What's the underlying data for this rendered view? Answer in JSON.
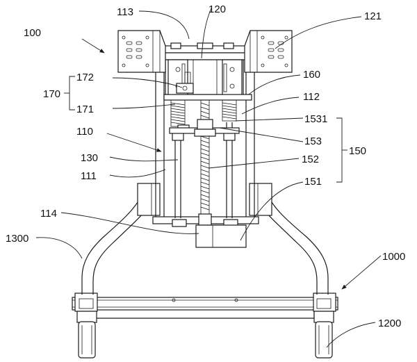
{
  "labels": {
    "l100": "100",
    "l113": "113",
    "l120": "120",
    "l121": "121",
    "l170": "170",
    "l172": "172",
    "l171": "171",
    "l160": "160",
    "l112": "112",
    "l110": "110",
    "l1531": "1531",
    "l153": "153",
    "l150": "150",
    "l130": "130",
    "l152": "152",
    "l111": "111",
    "l151": "151",
    "l114": "114",
    "l1300": "1300",
    "l1000": "1000",
    "l1200": "1200"
  }
}
